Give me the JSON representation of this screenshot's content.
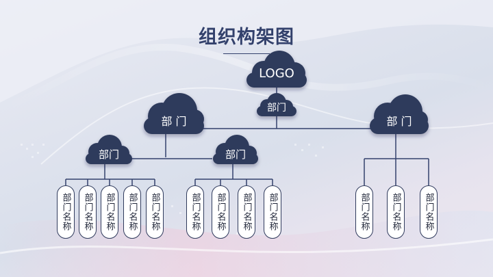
{
  "title": "组织构架图",
  "colors": {
    "title": "#33416c",
    "cloud": "#2f3a5c",
    "line": "#33416c",
    "pill_border": "#2f3a5c"
  },
  "org": {
    "root": "LOGO",
    "center_dept": "部门",
    "left_top": "部 门",
    "right_top": "部 门",
    "left_sub_1": "部门",
    "left_sub_2": "部门",
    "leaf_label": "部门名称",
    "group_1": [
      "部门名称",
      "部门名称",
      "部门名称",
      "部门名称",
      "部门名称"
    ],
    "group_2": [
      "部门名称",
      "部门名称",
      "部门名称",
      "部门名称"
    ],
    "group_3": [
      "部门名称",
      "部门名称",
      "部门名称"
    ]
  }
}
